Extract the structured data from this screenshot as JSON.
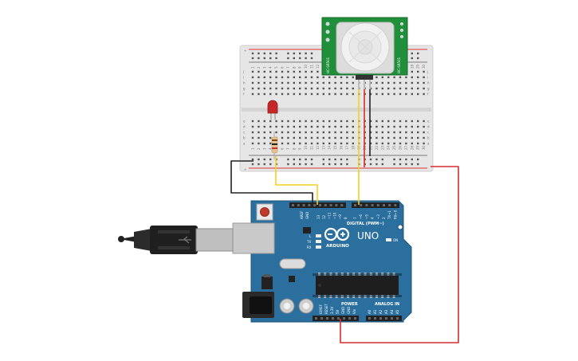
{
  "board": {
    "brand": "ARDUINO",
    "model": "UNO",
    "digital_label": "DIGITAL (PWM~)",
    "power_label": "POWER",
    "analog_label": "ANALOG IN",
    "led_on_label": "ON",
    "led_tx_label": "TX",
    "led_rx_label": "RX",
    "led_l_label": "L",
    "aref_label": "AREF",
    "gnd_label": "GND",
    "power_pins": [
      "IOREF",
      "RESET",
      "3.3V",
      "5V",
      "GND",
      "GND",
      "Vin"
    ],
    "analog_pins": [
      "A0",
      "A1",
      "A2",
      "A3",
      "A4",
      "A5"
    ],
    "digital_pins": [
      "13",
      "12",
      "~11",
      "~10",
      "~9",
      "8",
      "7",
      "~6",
      "~5",
      "4",
      "~3",
      "2",
      "TX→1",
      "RX←0"
    ]
  },
  "breadboard": {
    "row_letters_top": [
      "j",
      "i",
      "h",
      "g",
      "f"
    ],
    "row_letters_bottom": [
      "e",
      "d",
      "c",
      "b",
      "a"
    ],
    "column_numbers": [
      "1",
      "2",
      "3",
      "4",
      "5",
      "6",
      "7",
      "8",
      "9",
      "10",
      "11",
      "12",
      "13",
      "14",
      "15",
      "16",
      "17",
      "18",
      "19",
      "20",
      "21",
      "22",
      "23",
      "24",
      "25",
      "26",
      "27",
      "28",
      "29",
      "30"
    ]
  },
  "pir": {
    "left_text": "HC-SR501",
    "right_text": "HC-SR501"
  },
  "colors": {
    "board_blue": "#2a6f9e",
    "wire_yellow": "#f4d21f",
    "wire_red": "#d32f2f",
    "wire_black": "#222222",
    "pir_green": "#1f8f3a",
    "led_red": "#c62828"
  }
}
